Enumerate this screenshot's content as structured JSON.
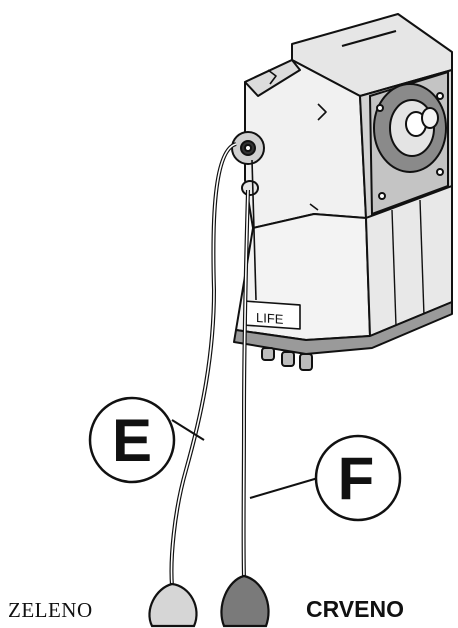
{
  "callouts": {
    "e_letter": "E",
    "f_letter": "F"
  },
  "device_badge": "LIFE",
  "wire_labels": {
    "green": "ZELENO",
    "red": "CRVENO"
  },
  "colors": {
    "ink": "#111111",
    "float_green": "#d6d6d6",
    "float_red": "#7a7a7a",
    "housing_light": "#f2f2f2",
    "housing_shade": "#dcdcdc",
    "housing_dark": "#a8a8a8"
  }
}
